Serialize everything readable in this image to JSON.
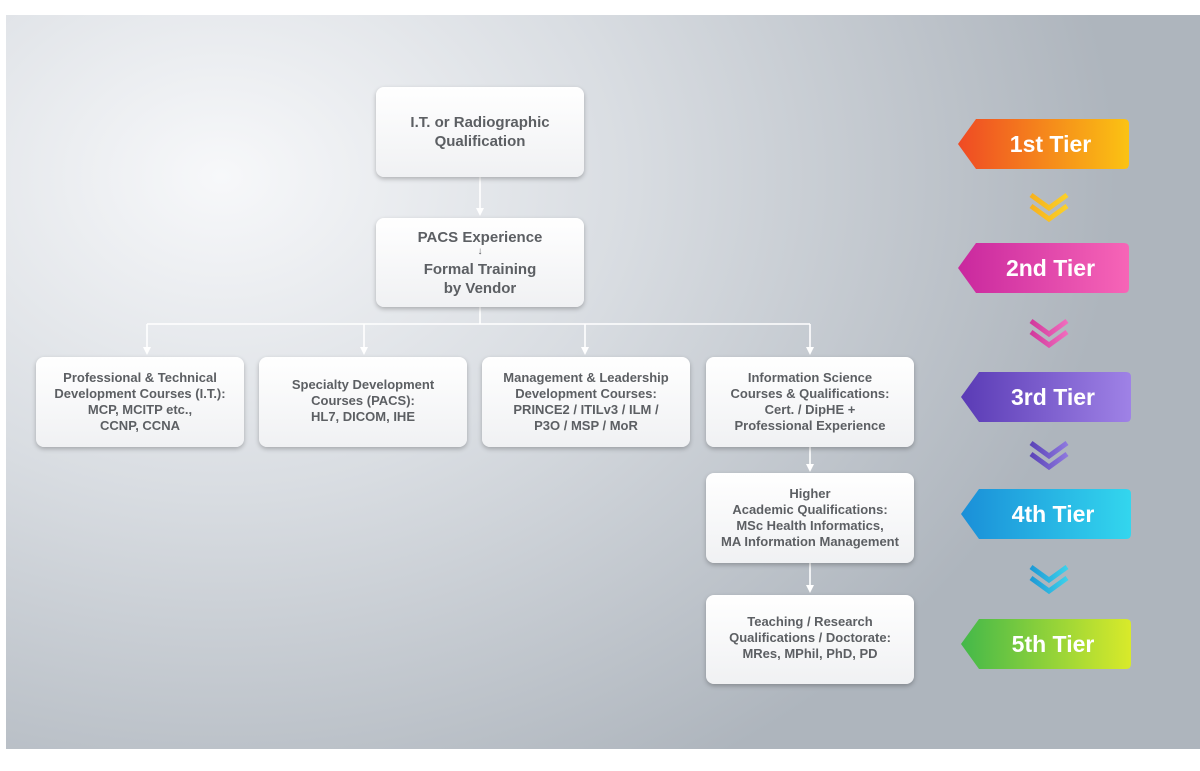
{
  "boxes": {
    "root": [
      "I.T. or Radiographic",
      "Qualification"
    ],
    "pacs": {
      "top": "PACS Experience",
      "arrow": "↓",
      "bottom": [
        "Formal Training",
        "by Vendor"
      ]
    },
    "professional": [
      "Professional & Technical",
      "Development Courses (I.T.):",
      "MCP, MCITP etc.,",
      "CCNP, CCNA"
    ],
    "specialty": [
      "Specialty Development",
      "Courses (PACS):",
      "HL7, DICOM, IHE"
    ],
    "management": [
      "Management & Leadership",
      "Development Courses:",
      "PRINCE2 / ITILv3 / ILM /",
      "P3O / MSP / MoR"
    ],
    "information": [
      "Information Science",
      "Courses & Qualifications:",
      "Cert. / DipHE +",
      "Professional Experience"
    ],
    "higher": [
      "Higher",
      "Academic Qualifications:",
      "MSc Health Informatics,",
      "MA Information Management"
    ],
    "teaching": [
      "Teaching / Research",
      "Qualifications / Doctorate:",
      "MRes, MPhil, PhD, PD"
    ]
  },
  "tiers": [
    {
      "label": "1st Tier",
      "colors": [
        "#ef4a24",
        "#fbc313"
      ]
    },
    {
      "label": "2nd Tier",
      "colors": [
        "#c9289e",
        "#f765b7"
      ]
    },
    {
      "label": "3rd Tier",
      "colors": [
        "#5a3bb5",
        "#9f82e6"
      ]
    },
    {
      "label": "4th Tier",
      "colors": [
        "#1a8fd8",
        "#33d6ee"
      ]
    },
    {
      "label": "5th Tier",
      "colors": [
        "#43b84a",
        "#d9ea2a"
      ]
    }
  ],
  "chevrons": [
    {
      "colors": [
        "#f7b21e",
        "#fbd02a"
      ]
    },
    {
      "colors": [
        "#d13a9d",
        "#f06cbd"
      ]
    },
    {
      "colors": [
        "#5b44b8",
        "#8e78de"
      ]
    },
    {
      "colors": [
        "#1e9ad6",
        "#3dd0ea"
      ]
    }
  ]
}
